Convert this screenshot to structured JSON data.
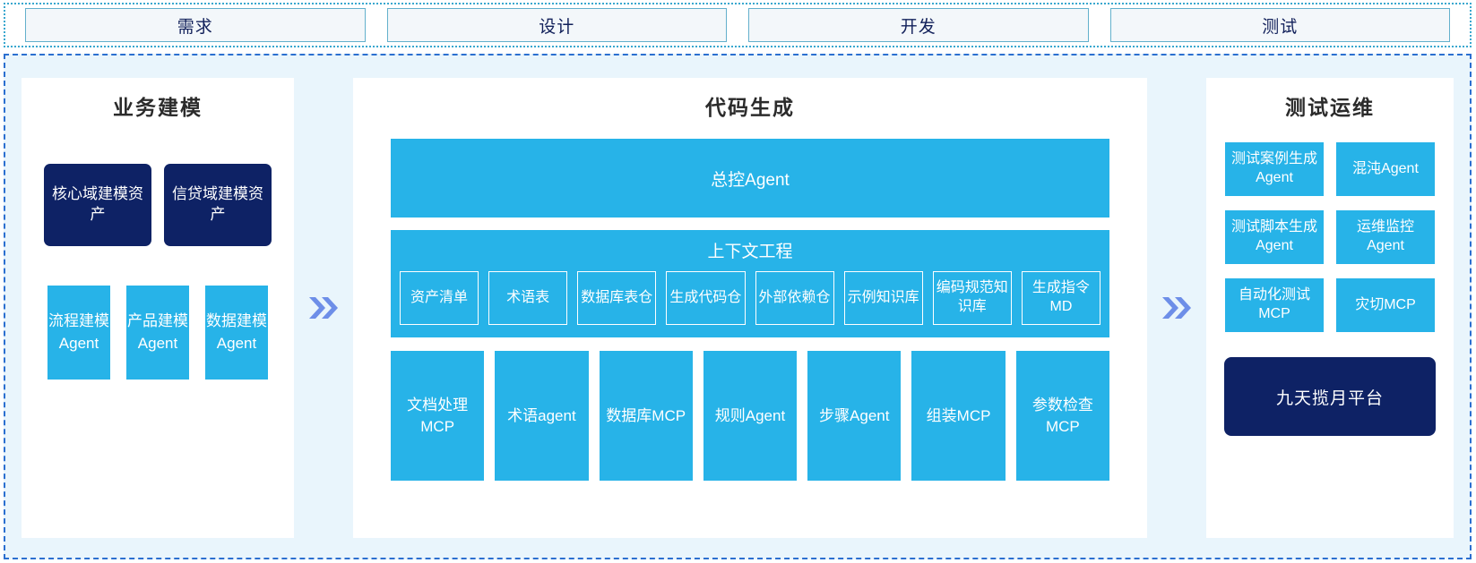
{
  "phases": [
    {
      "label": "需求"
    },
    {
      "label": "设计"
    },
    {
      "label": "开发"
    },
    {
      "label": "测试"
    }
  ],
  "business_panel": {
    "title": "业务建模",
    "assets": [
      {
        "label": "核心域建模资产"
      },
      {
        "label": "信贷域建模资产"
      }
    ],
    "agents": [
      {
        "label": "流程建模Agent"
      },
      {
        "label": "产品建模Agent"
      },
      {
        "label": "数据建模Agent"
      }
    ]
  },
  "code_panel": {
    "title": "代码生成",
    "master_agent": "总控Agent",
    "context": {
      "title": "上下文工程",
      "chips": [
        {
          "label": "资产清单"
        },
        {
          "label": "术语表"
        },
        {
          "label": "数据库表仓"
        },
        {
          "label": "生成代码仓"
        },
        {
          "label": "外部依赖仓"
        },
        {
          "label": "示例知识库"
        },
        {
          "label": "编码规范知识库"
        },
        {
          "label": "生成指令MD"
        }
      ]
    },
    "tools": [
      {
        "label": "文档处理MCP"
      },
      {
        "label": "术语agent"
      },
      {
        "label": "数据库MCP"
      },
      {
        "label": "规则Agent"
      },
      {
        "label": "步骤Agent"
      },
      {
        "label": "组装MCP"
      },
      {
        "label": "参数检查MCP"
      }
    ]
  },
  "testops_panel": {
    "title": "测试运维",
    "tiles": [
      {
        "label": "测试案例生成Agent"
      },
      {
        "label": "混沌Agent"
      },
      {
        "label": "测试脚本生成Agent"
      },
      {
        "label": "运维监控Agent"
      },
      {
        "label": "自动化测试MCP"
      },
      {
        "label": "灾切MCP"
      }
    ],
    "platform": "九天揽月平台"
  },
  "arrows": [
    {
      "icon": "double-chevron-right-icon"
    },
    {
      "icon": "double-chevron-right-icon"
    }
  ],
  "colors": {
    "accent_blue": "#27b3e8",
    "navy": "#0e2265",
    "arrow": "#6d8ee8",
    "background": "#e9f5fc",
    "phase_border": "#63b0cc",
    "main_border": "#2b6fd0"
  }
}
